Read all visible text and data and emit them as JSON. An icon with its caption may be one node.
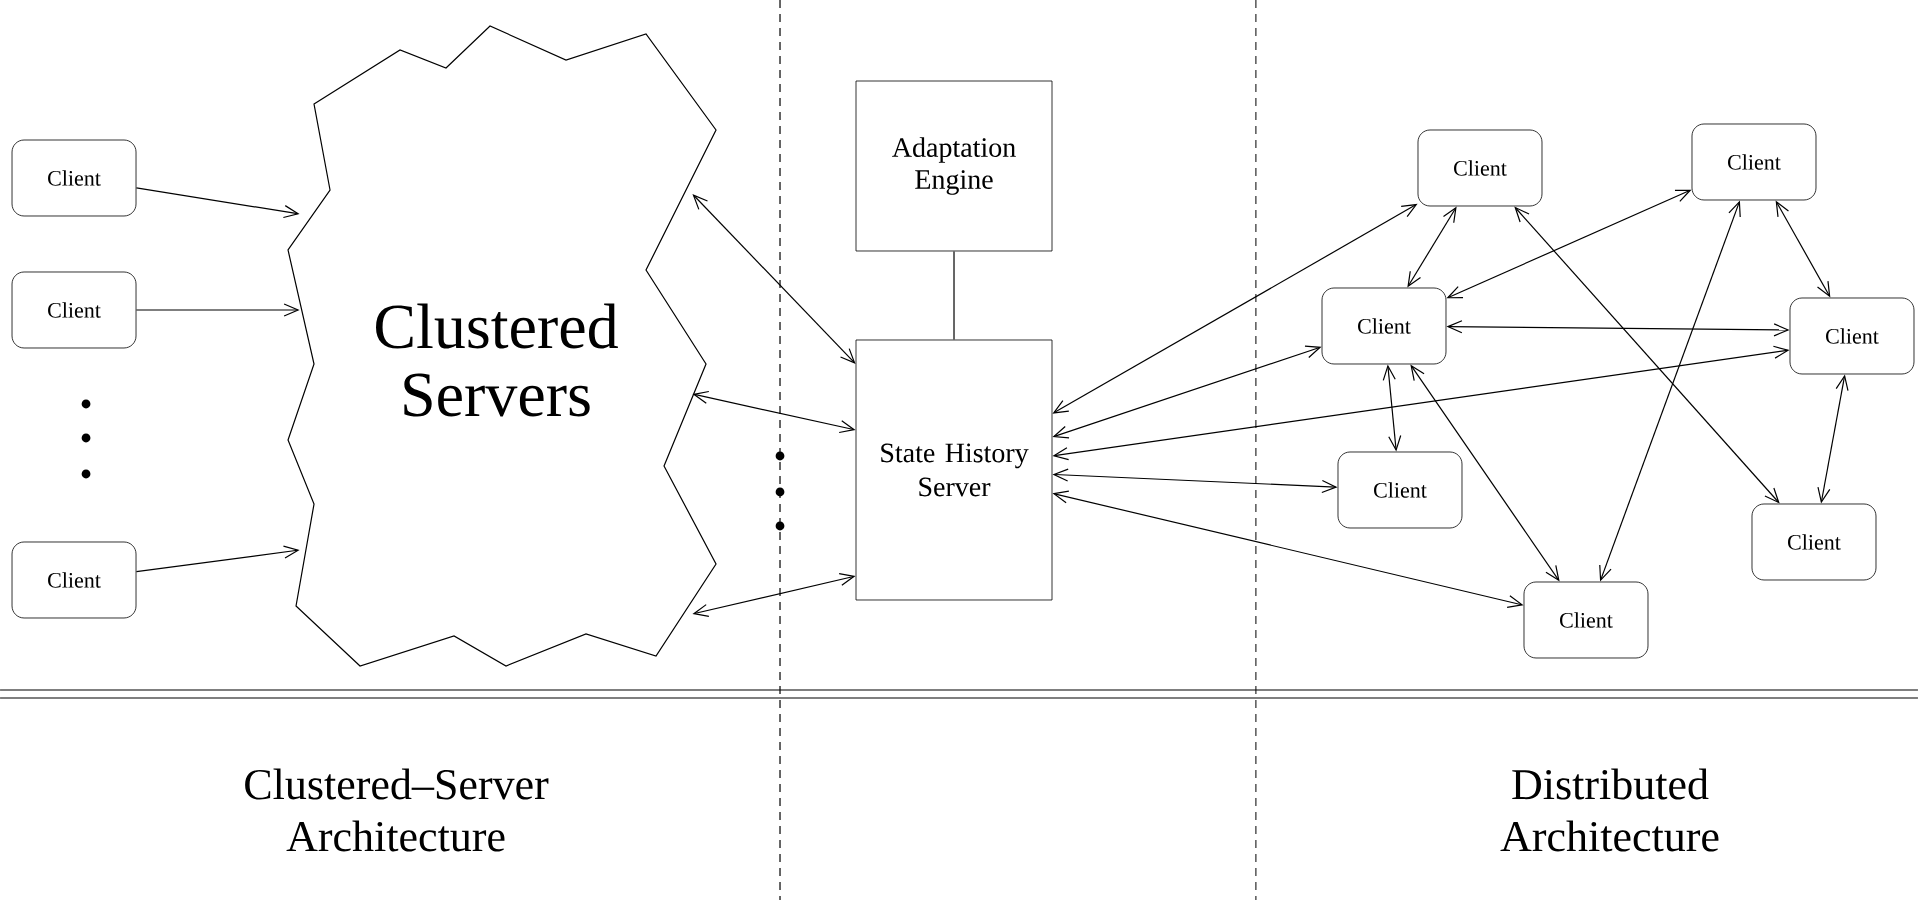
{
  "diagram": {
    "nodes": [
      {
        "text": [
          "Client"
        ]
      },
      {
        "text": [
          "Client"
        ]
      },
      {
        "text": [
          "Client"
        ]
      },
      {
        "text": [
          "Clustered Servers"
        ]
      },
      {
        "text": [
          "Adaptation Engine"
        ]
      },
      {
        "text": [
          "State History Server"
        ]
      },
      {
        "text": [
          "Client"
        ]
      },
      {
        "text": [
          "Client"
        ]
      },
      {
        "text": [
          "Client"
        ]
      },
      {
        "text": [
          "Client"
        ]
      },
      {
        "text": [
          "Client"
        ]
      },
      {
        "text": [
          "Client"
        ]
      },
      {
        "text": [
          "Client"
        ]
      }
    ],
    "edges": [
      {
        "from": 0,
        "to": 3,
        "arrow": "to"
      },
      {
        "from": 1,
        "to": 3,
        "arrow": "to"
      },
      {
        "from": 2,
        "to": 3,
        "arrow": "to"
      },
      {
        "from": 3,
        "to": 5,
        "arrow": "both"
      },
      {
        "from": 3,
        "to": 5,
        "arrow": "both"
      },
      {
        "from": 3,
        "to": 5,
        "arrow": "both"
      },
      {
        "from": 4,
        "to": 5,
        "arrow": "none"
      },
      {
        "from": 5,
        "to": 6,
        "arrow": "both"
      },
      {
        "from": 5,
        "to": 8,
        "arrow": "both"
      },
      {
        "from": 5,
        "to": 9,
        "arrow": "both"
      },
      {
        "from": 5,
        "to": 10,
        "arrow": "both"
      },
      {
        "from": 5,
        "to": 12,
        "arrow": "both"
      },
      {
        "from": 6,
        "to": 8,
        "arrow": "both"
      },
      {
        "from": 6,
        "to": 11,
        "arrow": "both"
      },
      {
        "from": 7,
        "to": 8,
        "arrow": "both"
      },
      {
        "from": 7,
        "to": 12,
        "arrow": "both"
      },
      {
        "from": 7,
        "to": 9,
        "arrow": "both"
      },
      {
        "from": 8,
        "to": 9,
        "arrow": "both"
      },
      {
        "from": 8,
        "to": 10,
        "arrow": "both"
      },
      {
        "from": 8,
        "to": 12,
        "arrow": "both"
      },
      {
        "from": 9,
        "to": 11,
        "arrow": "both"
      }
    ],
    "labels": [
      "Clustered–Server Architecture",
      "Distributed Architecture"
    ]
  }
}
